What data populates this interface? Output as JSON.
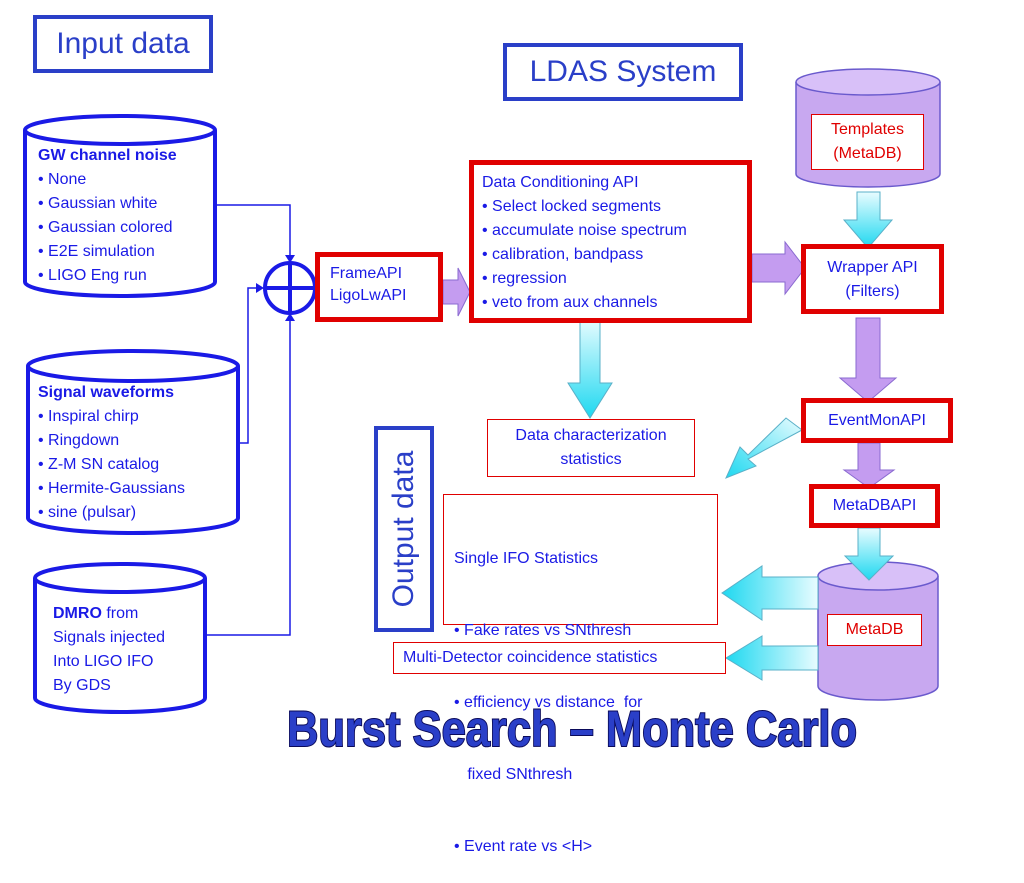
{
  "input_label": "Input data",
  "system_label": "LDAS System",
  "output_label": "Output data",
  "footer_title": "Burst Search – Monte Carlo",
  "gw_noise": {
    "heading": "GW channel noise",
    "items": [
      "• None",
      "• Gaussian white",
      "• Gaussian colored",
      "• E2E simulation",
      "• LIGO Eng run"
    ]
  },
  "signal_waveforms": {
    "heading": "Signal waveforms",
    "items": [
      "• Inspiral chirp",
      "• Ringdown",
      "• Z-M SN catalog",
      "• Hermite-Gaussians",
      "• sine (pulsar)"
    ]
  },
  "dmro": {
    "heading": "DMRO",
    "heading_rest": " from",
    "lines": [
      "Signals injected",
      "Into LIGO IFO",
      "By GDS"
    ]
  },
  "frame_api": {
    "lines": [
      "FrameAPI",
      "LigoLwAPI"
    ]
  },
  "data_conditioning": {
    "title": "Data Conditioning API",
    "items": [
      "• Select locked segments",
      "• accumulate noise spectrum",
      "• calibration, bandpass",
      "• regression",
      "• veto from aux channels"
    ]
  },
  "templates_db": {
    "lines": [
      "Templates",
      "(MetaDB)"
    ]
  },
  "wrapper_api": {
    "lines": [
      "Wrapper API",
      "(Filters)"
    ]
  },
  "eventmon_api": "EventMonAPI",
  "metadb_api": "MetaDBAPI",
  "metadb": "MetaDB",
  "data_char": {
    "lines": [
      "Data characterization",
      "statistics"
    ]
  },
  "single_ifo": {
    "title": "Single IFO Statistics",
    "items": [
      "• Fake rates vs SNthresh",
      "• efficiency vs distance  for",
      "   fixed SNthresh",
      "• Event rate vs <H>"
    ]
  },
  "multi_detector": "Multi-Detector coincidence statistics",
  "colors": {
    "box_blue": "#2a3fc8",
    "text_blue": "#1a1ae6",
    "red": "#e00000",
    "cylinder_lavender": "#c8a8f0",
    "arrow_purple": "#c49cf0",
    "arrow_cyan": "#40e8f8"
  }
}
